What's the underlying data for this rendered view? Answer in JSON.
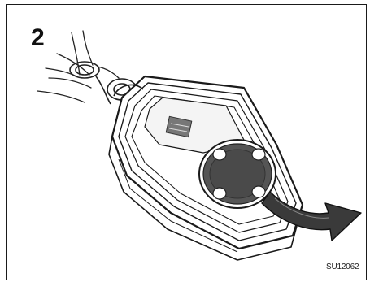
{
  "figure": {
    "step_number": "2",
    "figure_code": "SU12062"
  },
  "icons": {
    "illustration": "key-fob-battery-cover-removal",
    "arrow": "curved-arrow-right-icon"
  }
}
